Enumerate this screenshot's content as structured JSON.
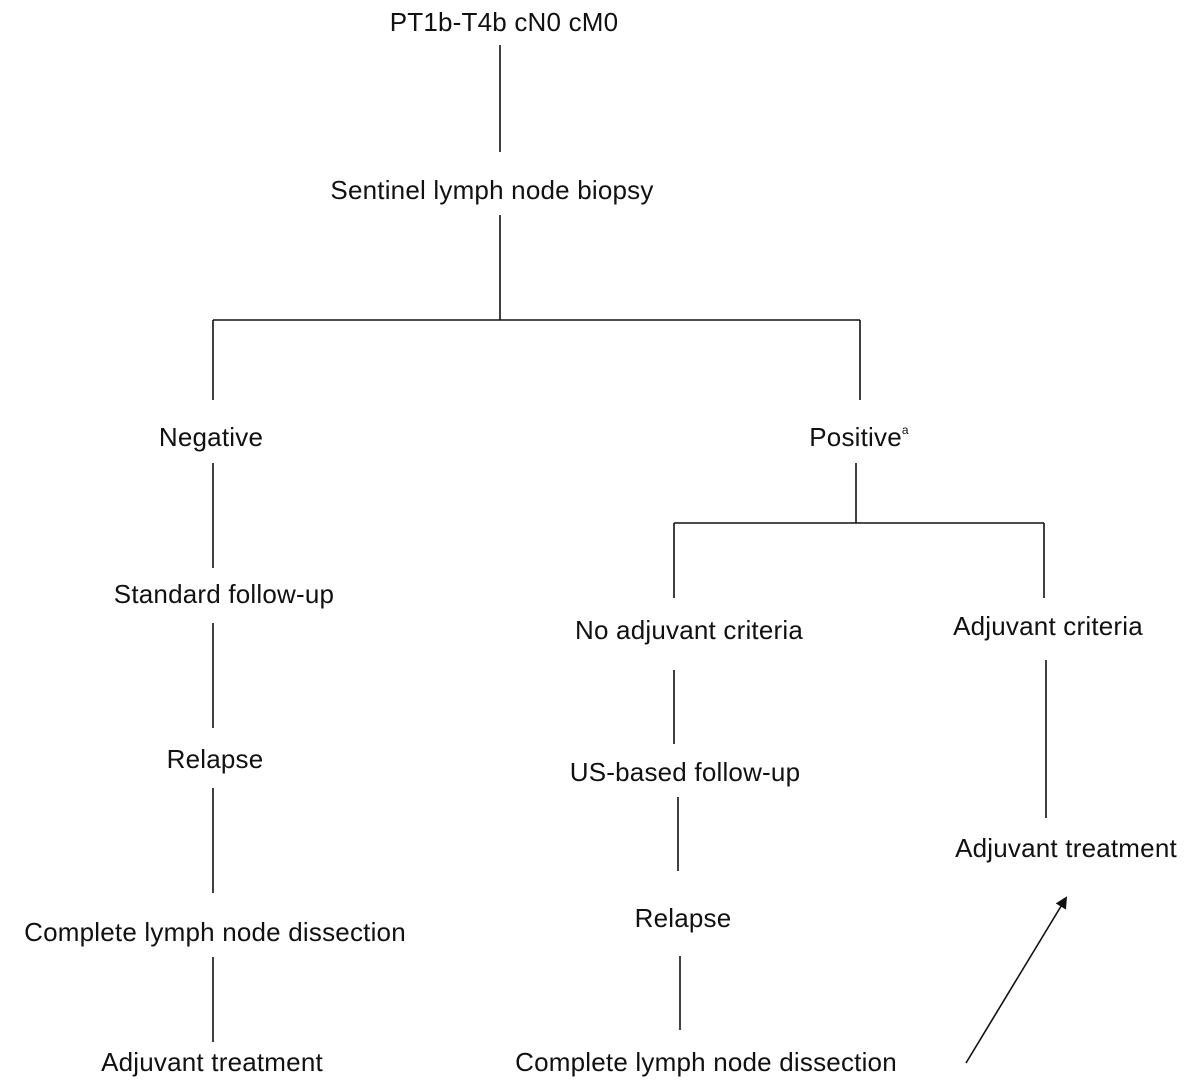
{
  "flowchart": {
    "root": "PT1b-T4b cN0 cM0",
    "sentinel": "Sentinel lymph node biopsy",
    "negative": {
      "label": "Negative",
      "follow_up": "Standard follow-up",
      "relapse": "Relapse",
      "dissection": "Complete lymph node dissection",
      "adjuvant": "Adjuvant treatment"
    },
    "positive": {
      "label": "Positive",
      "footnote_mark": "a",
      "no_adjuvant": {
        "label": "No adjuvant criteria",
        "follow_up": "US-based follow-up",
        "relapse": "Relapse",
        "dissection": "Complete lymph node dissection"
      },
      "adjuvant": {
        "label": "Adjuvant criteria",
        "treatment": "Adjuvant treatment"
      }
    }
  },
  "colors": {
    "line": "#111111",
    "text": "#111111",
    "background": "#ffffff"
  }
}
